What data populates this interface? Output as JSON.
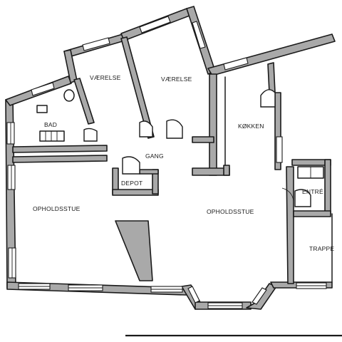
{
  "rooms": {
    "vaerelse_left": "VÆRELSE",
    "vaerelse_right": "VÆRELSE",
    "bad": "BAD",
    "kokken": "KØKKEN",
    "gang": "GANG",
    "depot": "DEPOT",
    "entre": "ENTRÉ",
    "opholdsstue_left": "OPHOLDSSTUE",
    "opholdsstue_right": "OPHOLDSSTUE",
    "trappe": "TRAPPE"
  },
  "colors": {
    "wall_fill": "#a9a9a9",
    "ink": "#1a1a1a",
    "paper": "#ffffff"
  }
}
